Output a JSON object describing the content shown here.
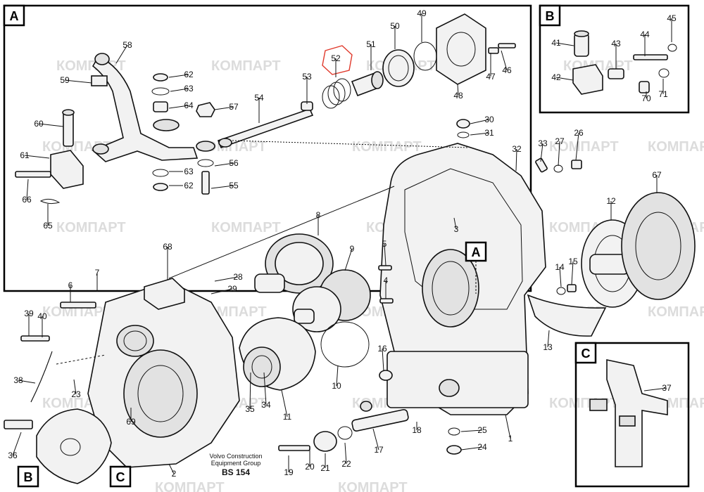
{
  "diagram": {
    "watermark_text": "КОМПАРТ",
    "caption_lines": [
      "Volvo Construction",
      "Equipment Group"
    ],
    "ref_code": "BS 154",
    "highlight_color": "#e0392b",
    "section_letters": [
      "A",
      "B",
      "C"
    ],
    "part_numbers": [
      "1",
      "2",
      "3",
      "4",
      "5",
      "6",
      "7",
      "8",
      "9",
      "10",
      "11",
      "12",
      "13",
      "14",
      "15",
      "16",
      "17",
      "18",
      "19",
      "20",
      "21",
      "22",
      "23",
      "24",
      "25",
      "26",
      "27",
      "28",
      "29",
      "30",
      "31",
      "32",
      "33",
      "34",
      "35",
      "36",
      "37",
      "38",
      "39",
      "40",
      "41",
      "42",
      "43",
      "44",
      "45",
      "46",
      "47",
      "48",
      "49",
      "50",
      "51",
      "52",
      "53",
      "54",
      "55",
      "56",
      "57",
      "58",
      "59",
      "60",
      "61",
      "62",
      "63",
      "64",
      "65",
      "66",
      "67",
      "68",
      "69",
      "70",
      "71"
    ],
    "highlighted_part": "52"
  }
}
